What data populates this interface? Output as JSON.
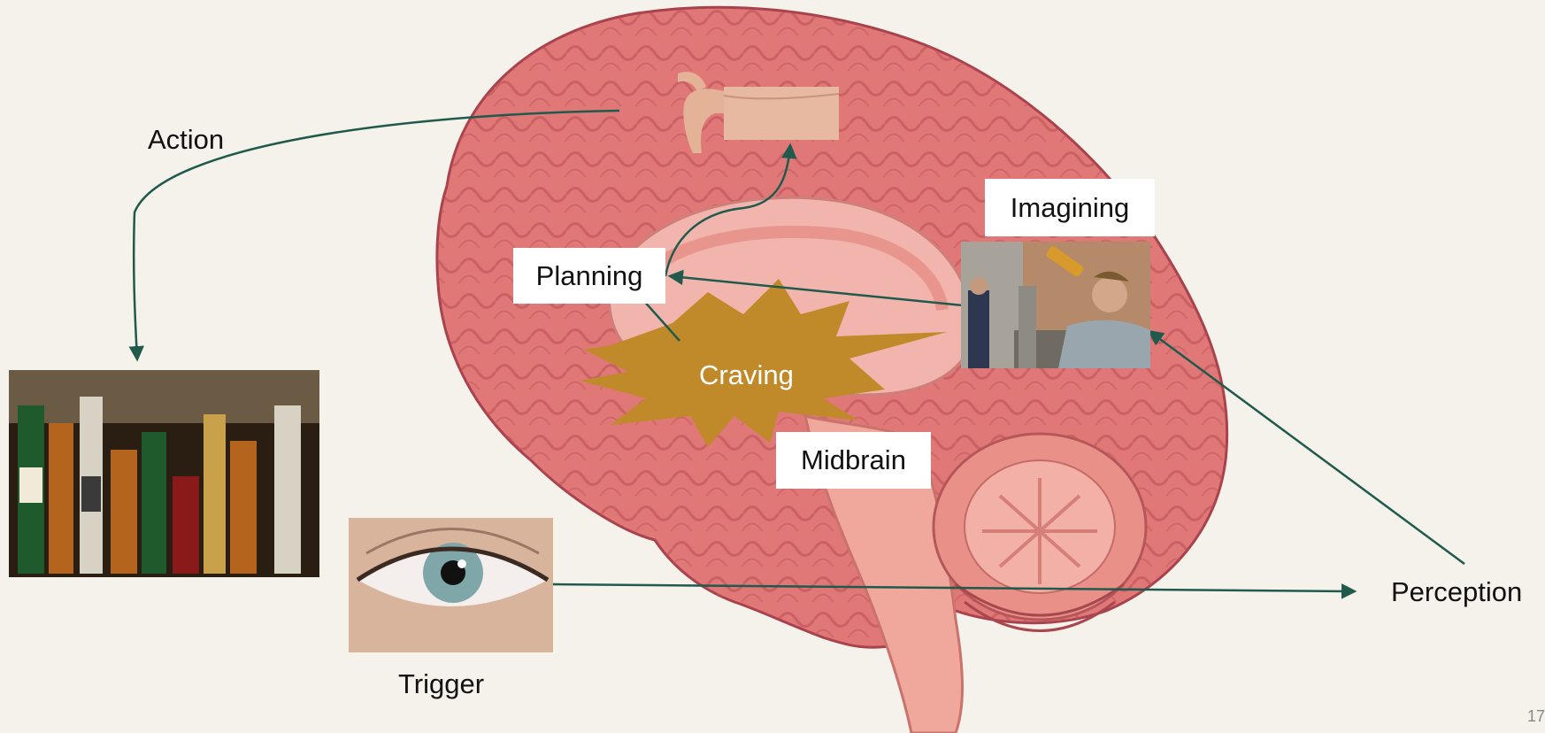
{
  "labels": {
    "action": "Action",
    "planning": "Planning",
    "imagining": "Imagining",
    "craving": "Craving",
    "midbrain": "Midbrain",
    "trigger": "Trigger",
    "perception": "Perception",
    "page_number": "17"
  },
  "colors": {
    "background": "#f5f1eb",
    "arrow": "#1f5a4c",
    "craving_burst": "#c08a2a",
    "brain_cortex": "#e07878",
    "brain_inner": "#f2b5ad"
  },
  "images": {
    "bottles": "liquor-bottles-photo",
    "eye": "eye-photo",
    "drinker": "person-drinking-photo",
    "hand": "pinching-hand-image",
    "brain": "sagittal-brain-illustration"
  }
}
